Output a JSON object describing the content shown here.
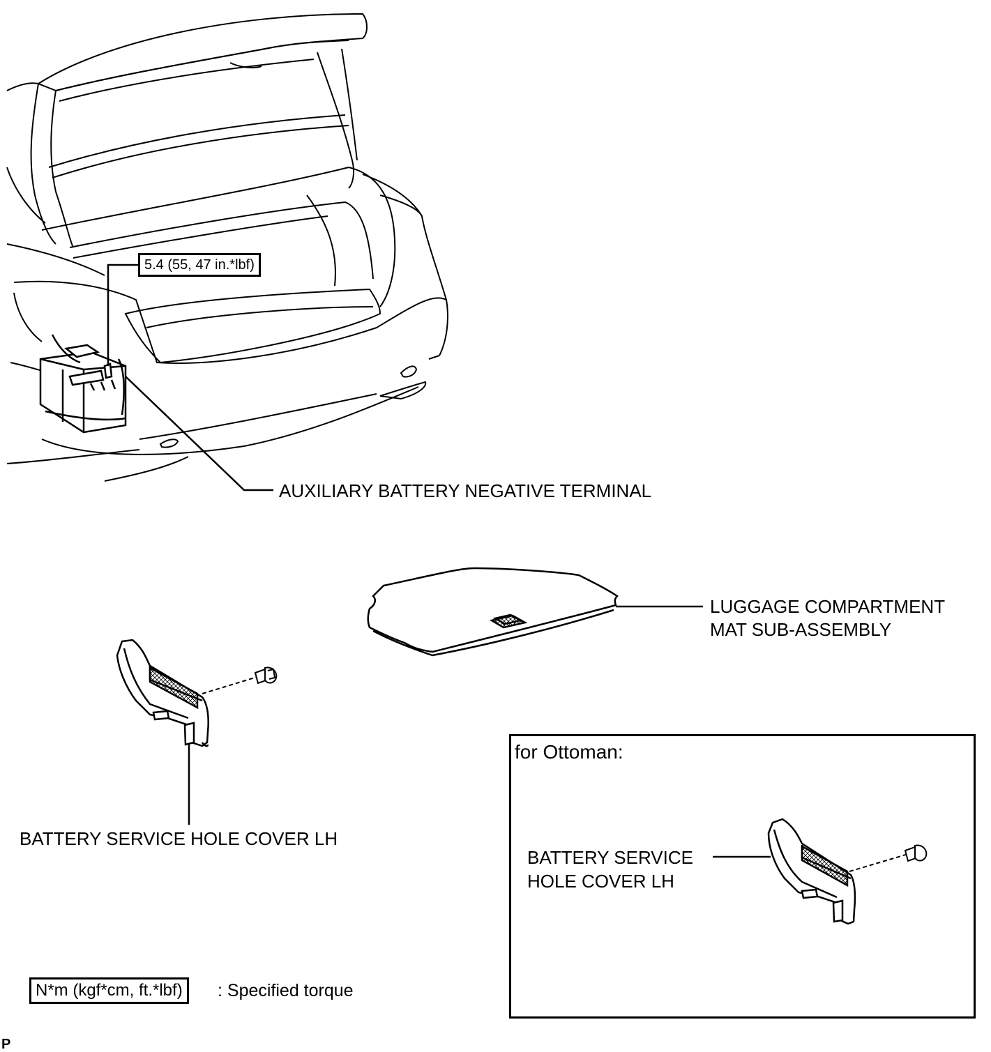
{
  "torque_value": "5.4 (55, 47 in.*lbf)",
  "labels": {
    "aux_battery_negative_terminal": "AUXILIARY BATTERY NEGATIVE TERMINAL",
    "luggage_mat_line1": "LUGGAGE COMPARTMENT",
    "luggage_mat_line2": "MAT SUB-ASSEMBLY",
    "battery_cover_lh": "BATTERY SERVICE HOLE COVER LH"
  },
  "inset": {
    "title": "for Ottoman:",
    "label_line1": "BATTERY SERVICE",
    "label_line2": "HOLE COVER LH"
  },
  "legend": {
    "unit_box": "N*m (kgf*cm, ft.*lbf)",
    "description": ": Specified torque"
  },
  "corner_mark": "P"
}
